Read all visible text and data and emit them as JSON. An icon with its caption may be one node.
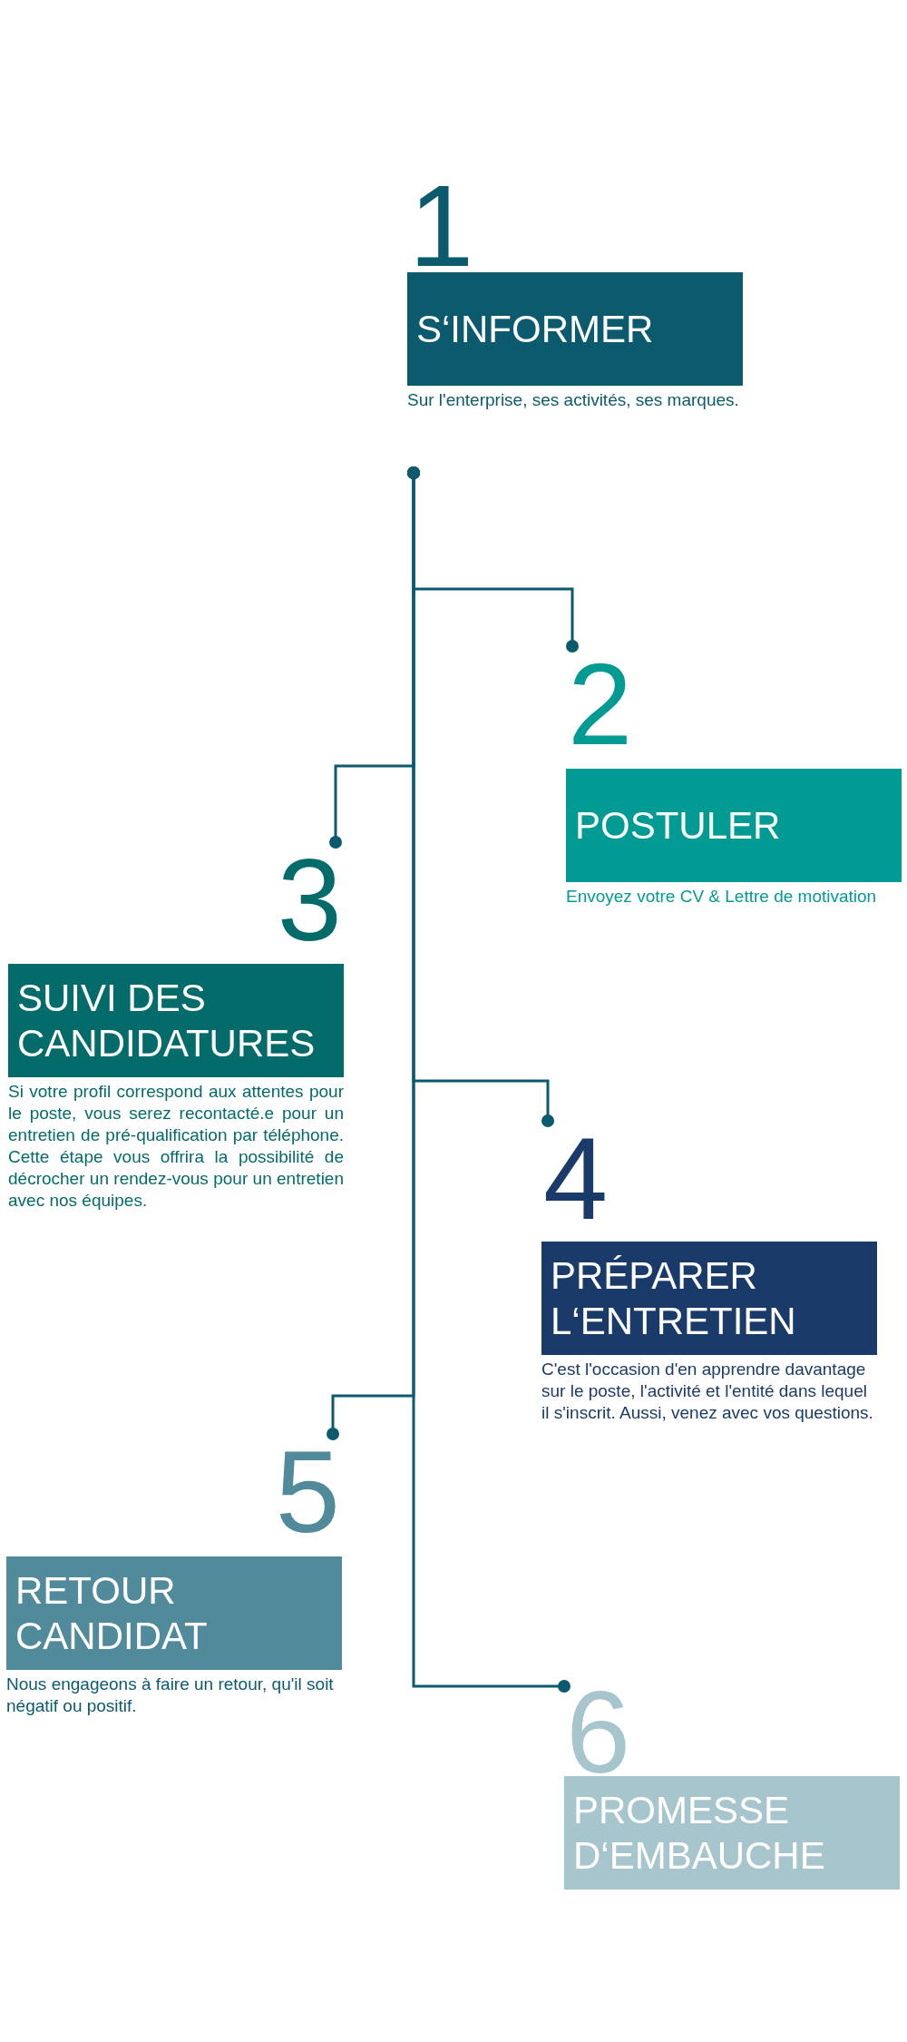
{
  "diagram": {
    "nodes": [
      {
        "text": [
          "1",
          "S‘INFORMER",
          "Sur l'enterprise, ses activités, ses marques."
        ]
      },
      {
        "text": [
          "2",
          "POSTULER",
          "Envoyez votre CV & Lettre de motivation"
        ]
      },
      {
        "text": [
          "3",
          "SUIVI DES CANDIDATURES",
          "Si votre profil correspond aux attentes pour le poste, vous serez recontacté.e pour un entretien de pré-qualification par téléphone. Cette étape vous offrira la possibilité de décrocher un rendez-vous pour un entretien avec nos équipes."
        ]
      },
      {
        "text": [
          "4",
          "PRÉPARER L‘ENTRETIEN",
          "C'est l'occasion d'en apprendre davantage sur le poste, l'activité et l'entité dans lequel il s'inscrit. Aussi, venez avec vos questions."
        ]
      },
      {
        "text": [
          "5",
          "RETOUR CANDIDAT",
          "Nous engageons à faire un retour, qu'il soit négatif ou positif."
        ]
      },
      {
        "text": [
          "6",
          "PROMESSE D‘EMBAUCHE"
        ]
      }
    ],
    "edges": [
      {
        "from": 0,
        "to": 1,
        "arrow": "other"
      },
      {
        "from": 0,
        "to": 2,
        "arrow": "other"
      },
      {
        "from": 0,
        "to": 3,
        "arrow": "other"
      },
      {
        "from": 0,
        "to": 4,
        "arrow": "other"
      },
      {
        "from": 0,
        "to": 5,
        "arrow": "other"
      }
    ]
  }
}
